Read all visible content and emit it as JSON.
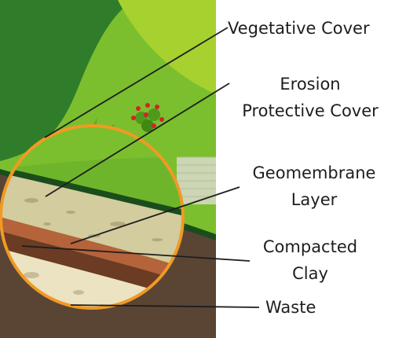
{
  "labels": {
    "vegetative_cover": "Vegetative Cover",
    "erosion_line1": "Erosion",
    "erosion_line2": "Protective Cover",
    "geomembrane_line1": "Geomembrane",
    "geomembrane_line2": "Layer",
    "clay_line1": "Compacted",
    "clay_line2": "Clay",
    "waste": "Waste"
  },
  "colors": {
    "dark_green": "#2f7d2a",
    "grass_green": "#7bbf2e",
    "light_green": "#a6d12f",
    "sand": "#d2cc9f",
    "clay_brown": "#b5633a",
    "dark_brown": "#6b3b24",
    "waste_cream": "#ece3c3",
    "soil_brown": "#5a4535",
    "circle_orange": "#f09a24"
  }
}
